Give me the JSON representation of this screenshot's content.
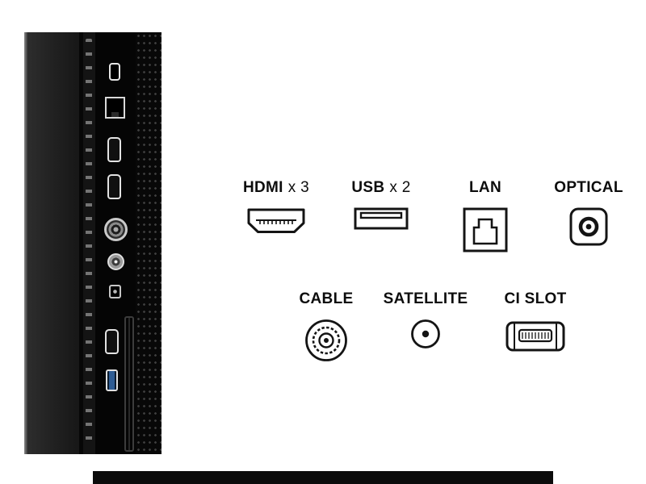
{
  "figure": {
    "row1": [
      {
        "name": "HDMI",
        "count": "x 3"
      },
      {
        "name": "USB",
        "count": "x 2"
      },
      {
        "name": "LAN",
        "count": ""
      },
      {
        "name": "OPTICAL",
        "count": ""
      }
    ],
    "row2": [
      {
        "name": "CABLE",
        "count": ""
      },
      {
        "name": "SATELLITE",
        "count": ""
      },
      {
        "name": "CI SLOT",
        "count": ""
      }
    ]
  },
  "tv_panel": {
    "ports": [
      "mini-av-port-icon",
      "lan-port-icon",
      "hdmi-port-icon",
      "hdmi-port-icon",
      "cable-port-icon",
      "satellite-port-icon",
      "optical-port-icon",
      "hdmi-port-icon",
      "usb-port-icon",
      "ci-slot-icon"
    ]
  },
  "colors": {
    "background": "#ffffff",
    "panel_black": "#0a0a0a",
    "usb_inner_blue": "#2e5c94",
    "icon_stroke": "#141414"
  }
}
